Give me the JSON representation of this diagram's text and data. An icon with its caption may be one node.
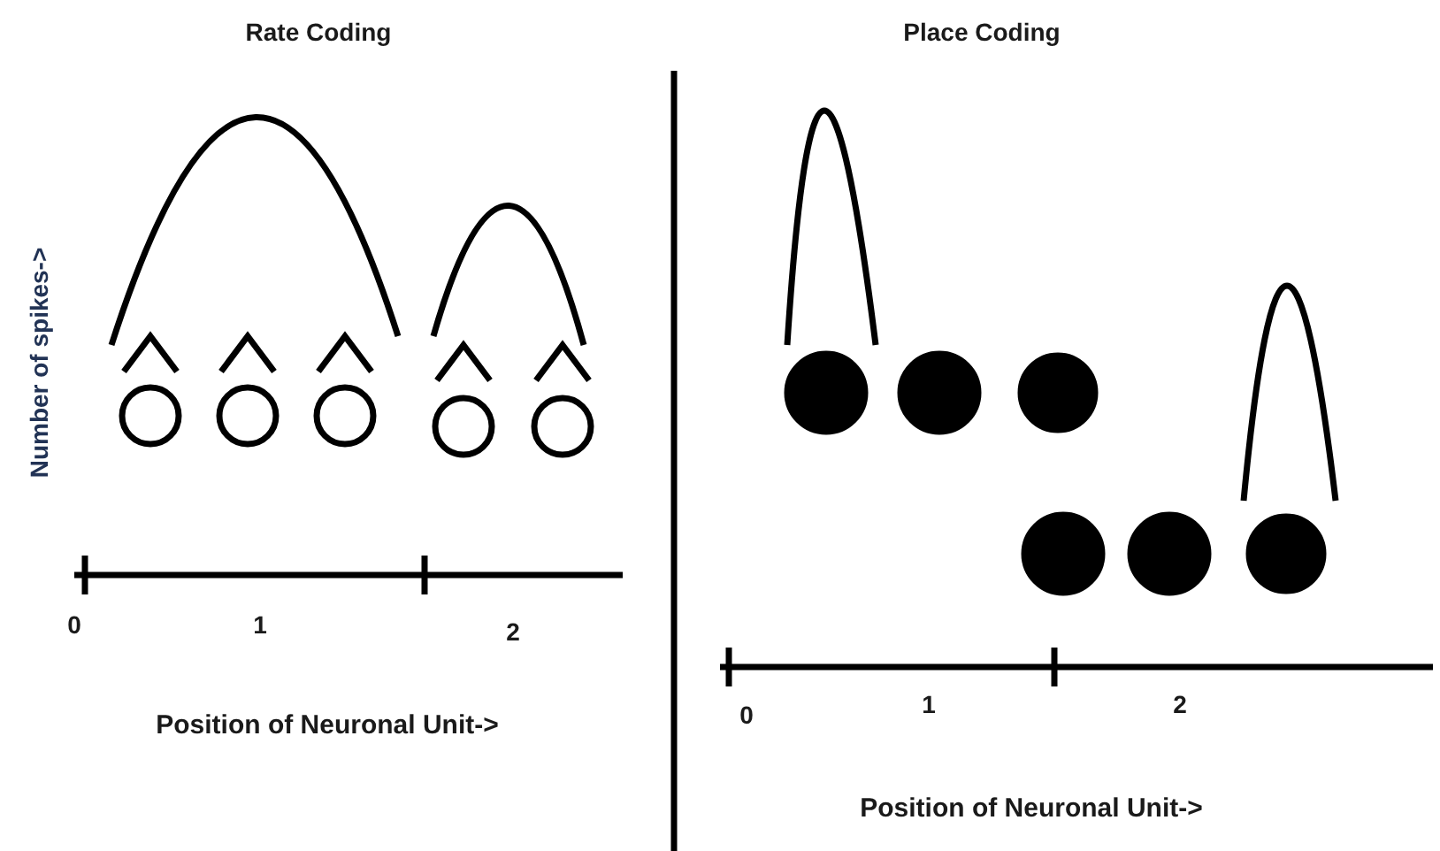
{
  "diagram": {
    "labels": [
      "Rate Coding",
      "Place Coding",
      "Number of spikes->",
      "0",
      "1",
      "2",
      "Position of Neuronal Unit->",
      "0",
      "1",
      "2",
      "Position of Neuronal Unit->"
    ]
  }
}
